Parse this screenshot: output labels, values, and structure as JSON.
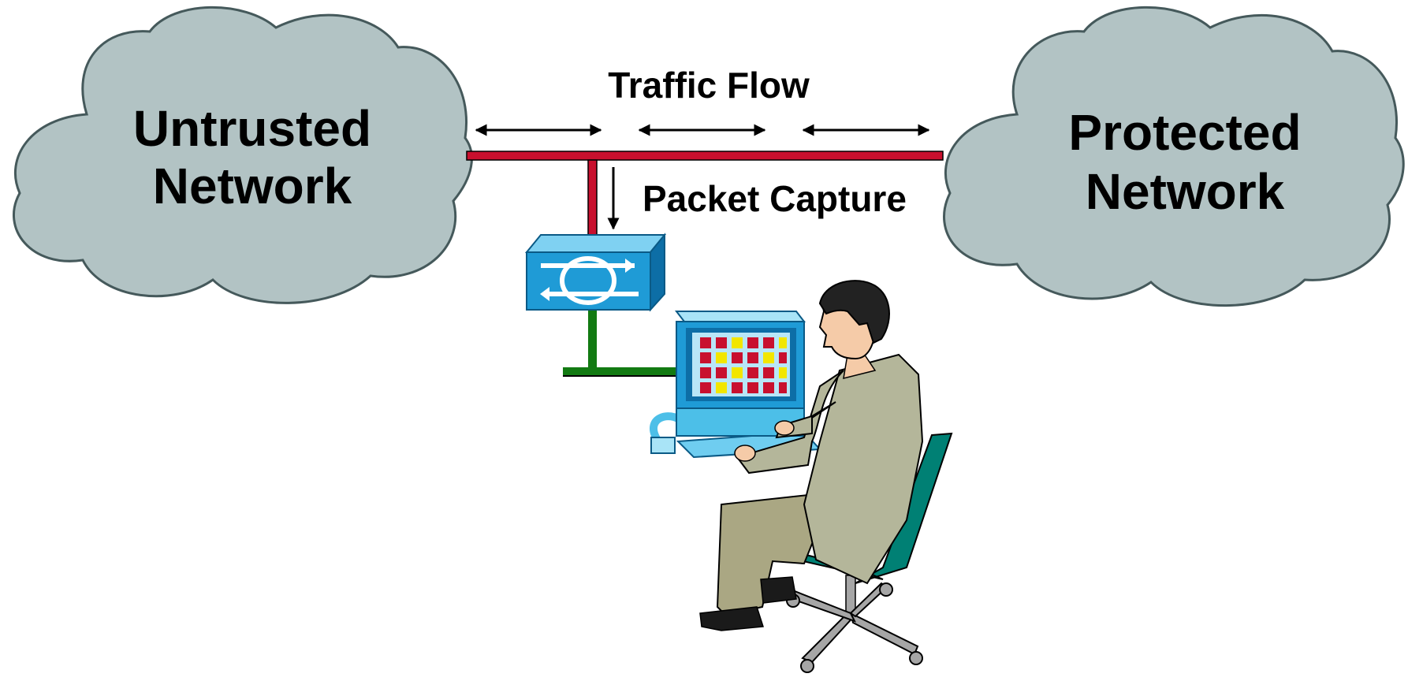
{
  "clouds": {
    "left": {
      "line1": "Untrusted",
      "line2": "Network"
    },
    "right": {
      "line1": "Protected",
      "line2": "Network"
    }
  },
  "labels": {
    "traffic_flow": "Traffic Flow",
    "packet_capture": "Packet Capture"
  },
  "colors": {
    "cloud_fill": "#b2c3c4",
    "cloud_stroke": "#45595b",
    "main_link": "#c8102e",
    "ids_link": "#127a12",
    "device_blue": "#1f9bd6",
    "suit": "#b4b69a",
    "chair": "#008074"
  },
  "icons": {
    "left_cloud": "cloud-icon",
    "right_cloud": "cloud-icon",
    "sensor": "ids-sensor-icon",
    "workstation": "computer-icon",
    "person": "person-icon",
    "chair": "office-chair-icon"
  }
}
